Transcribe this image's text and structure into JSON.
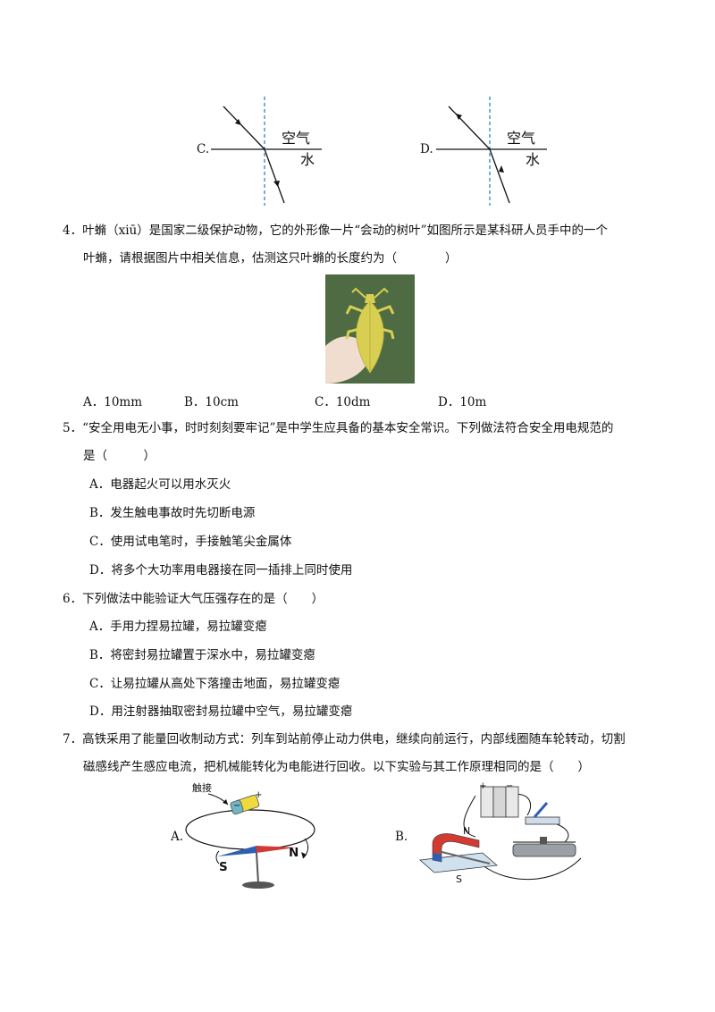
{
  "colors": {
    "ink": "#111111",
    "normal_line": "#2a86c8",
    "magnet_red": "#d23a32",
    "magnet_blue": "#2e5fb0",
    "leaf_yellow": "#d8cf52",
    "photo_green": "#4e6b43"
  },
  "q3": {
    "option_c": {
      "label": "C.",
      "air": "空气",
      "water": "水"
    },
    "option_d": {
      "label": "D.",
      "air": "空气",
      "water": "水"
    }
  },
  "q4": {
    "line1": "4．叶䗛（xiū）是国家二级保护动物，它的外形像一片“会动的树叶”如图所示是某科研人员手中的一个",
    "line2": "叶䗛，请根据图片中相关信息，估测这只叶䗛的长度约为（　　　　）",
    "options": [
      "A．10mm",
      "B．10cm",
      "C．10dm",
      "D．10m"
    ]
  },
  "q5": {
    "line1": "5．“安全用电无小事，时时刻刻要牢记”是中学生应具备的基本安全常识。下列做法符合安全用电规范的",
    "line2": "是（　　　）",
    "options": [
      "A．电器起火可以用水灭火",
      "B．发生触电事故时先切断电源",
      "C．使用试电笔时，手接触笔尖金属体",
      "D．将多个大功率用电器接在同一插排上同时使用"
    ]
  },
  "q6": {
    "line1": "6．下列做法中能验证大气压强存在的是（　　）",
    "options": [
      "A．手用力捏易拉罐，易拉罐变瘪",
      "B．将密封易拉罐置于深水中，易拉罐变瘪",
      "C．让易拉罐从高处下落撞击地面，易拉罐变瘪",
      "D．用注射器抽取密封易拉罐中空气，易拉罐变瘪"
    ]
  },
  "q7": {
    "line1": "7．高铁采用了能量回收制动方式：列车到站前停止动力供电，继续向前运行，内部线圈随车轮转动，切割",
    "line2": "磁感线产生感应电流，把机械能转化为电能进行回收。以下实验与其工作原理相同的是（　　）",
    "fig_a": {
      "label": "A.",
      "touch": "触接",
      "minus": "−",
      "plus": "+",
      "s": "S",
      "n": "N"
    },
    "fig_b": {
      "label": "B.",
      "n": "N",
      "s": "S",
      "plus": "+",
      "minus": "−"
    }
  }
}
